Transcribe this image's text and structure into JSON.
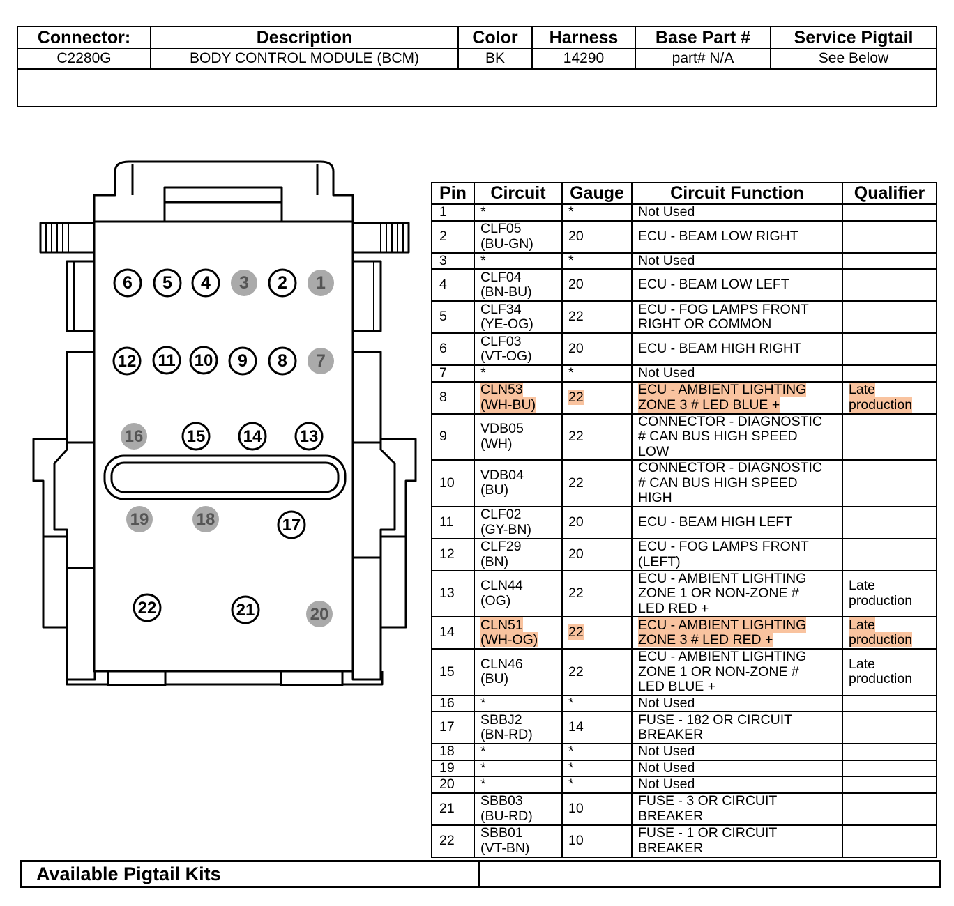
{
  "header": {
    "columns": [
      "Connector:",
      "Description",
      "Color",
      "Harness",
      "Base Part #",
      "Service Pigtail"
    ],
    "values": [
      "C2280G",
      "BODY CONTROL MODULE (BCM)",
      "BK",
      "14290",
      "part# N/A",
      "See Below"
    ]
  },
  "pin_table": {
    "headers": [
      "Pin",
      "Circuit",
      "Gauge",
      "Circuit Function",
      "Qualifier"
    ],
    "rows": [
      {
        "pin": "1",
        "circuit": [
          "*"
        ],
        "gauge": "*",
        "function": [
          "Not Used"
        ],
        "qualifier": [],
        "highlight": false
      },
      {
        "pin": "2",
        "circuit": [
          "CLF05",
          "(BU-GN)"
        ],
        "gauge": "20",
        "function": [
          "ECU - BEAM LOW RIGHT"
        ],
        "qualifier": [],
        "highlight": false
      },
      {
        "pin": "3",
        "circuit": [
          "*"
        ],
        "gauge": "*",
        "function": [
          "Not Used"
        ],
        "qualifier": [],
        "highlight": false
      },
      {
        "pin": "4",
        "circuit": [
          "CLF04",
          "(BN-BU)"
        ],
        "gauge": "20",
        "function": [
          "ECU - BEAM LOW LEFT"
        ],
        "qualifier": [],
        "highlight": false
      },
      {
        "pin": "5",
        "circuit": [
          "CLF34",
          "(YE-OG)"
        ],
        "gauge": "22",
        "function": [
          "ECU - FOG LAMPS FRONT",
          "RIGHT OR COMMON"
        ],
        "qualifier": [],
        "highlight": false
      },
      {
        "pin": "6",
        "circuit": [
          "CLF03",
          "(VT-OG)"
        ],
        "gauge": "20",
        "function": [
          "ECU - BEAM HIGH RIGHT"
        ],
        "qualifier": [],
        "highlight": false
      },
      {
        "pin": "7",
        "circuit": [
          "*"
        ],
        "gauge": "*",
        "function": [
          "Not Used"
        ],
        "qualifier": [],
        "highlight": false
      },
      {
        "pin": "8",
        "circuit": [
          "CLN53",
          "(WH-BU)"
        ],
        "gauge": "22",
        "function": [
          "ECU - AMBIENT LIGHTING",
          "ZONE 3 # LED BLUE +"
        ],
        "qualifier": [
          "Late",
          "production"
        ],
        "highlight": true
      },
      {
        "pin": "9",
        "circuit": [
          "VDB05",
          "(WH)"
        ],
        "gauge": "22",
        "function": [
          "CONNECTOR - DIAGNOSTIC",
          "# CAN BUS HIGH SPEED",
          "LOW"
        ],
        "qualifier": [],
        "highlight": false
      },
      {
        "pin": "10",
        "circuit": [
          "VDB04",
          "(BU)"
        ],
        "gauge": "22",
        "function": [
          "CONNECTOR - DIAGNOSTIC",
          "# CAN BUS HIGH SPEED",
          "HIGH"
        ],
        "qualifier": [],
        "highlight": false
      },
      {
        "pin": "11",
        "circuit": [
          "CLF02",
          "(GY-BN)"
        ],
        "gauge": "20",
        "function": [
          "ECU - BEAM HIGH LEFT"
        ],
        "qualifier": [],
        "highlight": false
      },
      {
        "pin": "12",
        "circuit": [
          "CLF29",
          "(BN)"
        ],
        "gauge": "20",
        "function": [
          "ECU - FOG LAMPS FRONT",
          "(LEFT)"
        ],
        "qualifier": [],
        "highlight": false
      },
      {
        "pin": "13",
        "circuit": [
          "CLN44",
          "(OG)"
        ],
        "gauge": "22",
        "function": [
          "ECU - AMBIENT LIGHTING",
          "ZONE 1 OR NON-ZONE #",
          "LED RED +"
        ],
        "qualifier": [
          "Late",
          "production"
        ],
        "highlight": false
      },
      {
        "pin": "14",
        "circuit": [
          "CLN51",
          "(WH-OG)"
        ],
        "gauge": "22",
        "function": [
          "ECU - AMBIENT LIGHTING",
          "ZONE 3 # LED RED +"
        ],
        "qualifier": [
          "Late",
          "production"
        ],
        "highlight": true
      },
      {
        "pin": "15",
        "circuit": [
          "CLN46",
          "(BU)"
        ],
        "gauge": "22",
        "function": [
          "ECU - AMBIENT LIGHTING",
          "ZONE 1 OR NON-ZONE #",
          "LED BLUE +"
        ],
        "qualifier": [
          "Late",
          "production"
        ],
        "highlight": false
      },
      {
        "pin": "16",
        "circuit": [
          "*"
        ],
        "gauge": "*",
        "function": [
          "Not Used"
        ],
        "qualifier": [],
        "highlight": false
      },
      {
        "pin": "17",
        "circuit": [
          "SBBJ2",
          "(BN-RD)"
        ],
        "gauge": "14",
        "function": [
          "FUSE - 182 OR CIRCUIT",
          "BREAKER"
        ],
        "qualifier": [],
        "highlight": false
      },
      {
        "pin": "18",
        "circuit": [
          "*"
        ],
        "gauge": "*",
        "function": [
          "Not Used"
        ],
        "qualifier": [],
        "highlight": false
      },
      {
        "pin": "19",
        "circuit": [
          "*"
        ],
        "gauge": "*",
        "function": [
          "Not Used"
        ],
        "qualifier": [],
        "highlight": false
      },
      {
        "pin": "20",
        "circuit": [
          "*"
        ],
        "gauge": "*",
        "function": [
          "Not Used"
        ],
        "qualifier": [],
        "highlight": false
      },
      {
        "pin": "21",
        "circuit": [
          "SBB03",
          "(BU-RD)"
        ],
        "gauge": "10",
        "function": [
          "FUSE - 3 OR CIRCUIT",
          "BREAKER"
        ],
        "qualifier": [],
        "highlight": false
      },
      {
        "pin": "22",
        "circuit": [
          "SBB01",
          "(VT-BN)"
        ],
        "gauge": "10",
        "function": [
          "FUSE - 1 OR CIRCUIT",
          "BREAKER"
        ],
        "qualifier": [],
        "highlight": false
      }
    ]
  },
  "connector": {
    "pins": [
      {
        "label": "1",
        "used": false
      },
      {
        "label": "2",
        "used": true
      },
      {
        "label": "3",
        "used": false
      },
      {
        "label": "4",
        "used": true
      },
      {
        "label": "5",
        "used": true
      },
      {
        "label": "6",
        "used": true
      },
      {
        "label": "7",
        "used": false
      },
      {
        "label": "8",
        "used": true
      },
      {
        "label": "9",
        "used": true
      },
      {
        "label": "10",
        "used": true
      },
      {
        "label": "11",
        "used": true
      },
      {
        "label": "12",
        "used": true
      },
      {
        "label": "13",
        "used": true
      },
      {
        "label": "14",
        "used": true
      },
      {
        "label": "15",
        "used": true
      },
      {
        "label": "16",
        "used": false
      },
      {
        "label": "17",
        "used": true
      },
      {
        "label": "18",
        "used": false
      },
      {
        "label": "19",
        "used": false
      },
      {
        "label": "20",
        "used": false
      },
      {
        "label": "21",
        "used": true
      },
      {
        "label": "22",
        "used": true
      }
    ]
  },
  "pigtail": {
    "label": "Available Pigtail Kits",
    "value": ""
  },
  "colors": {
    "highlight": "#f9c39f",
    "unused_pin": "#aaaaaa",
    "unused_pin_text": "#555555"
  }
}
